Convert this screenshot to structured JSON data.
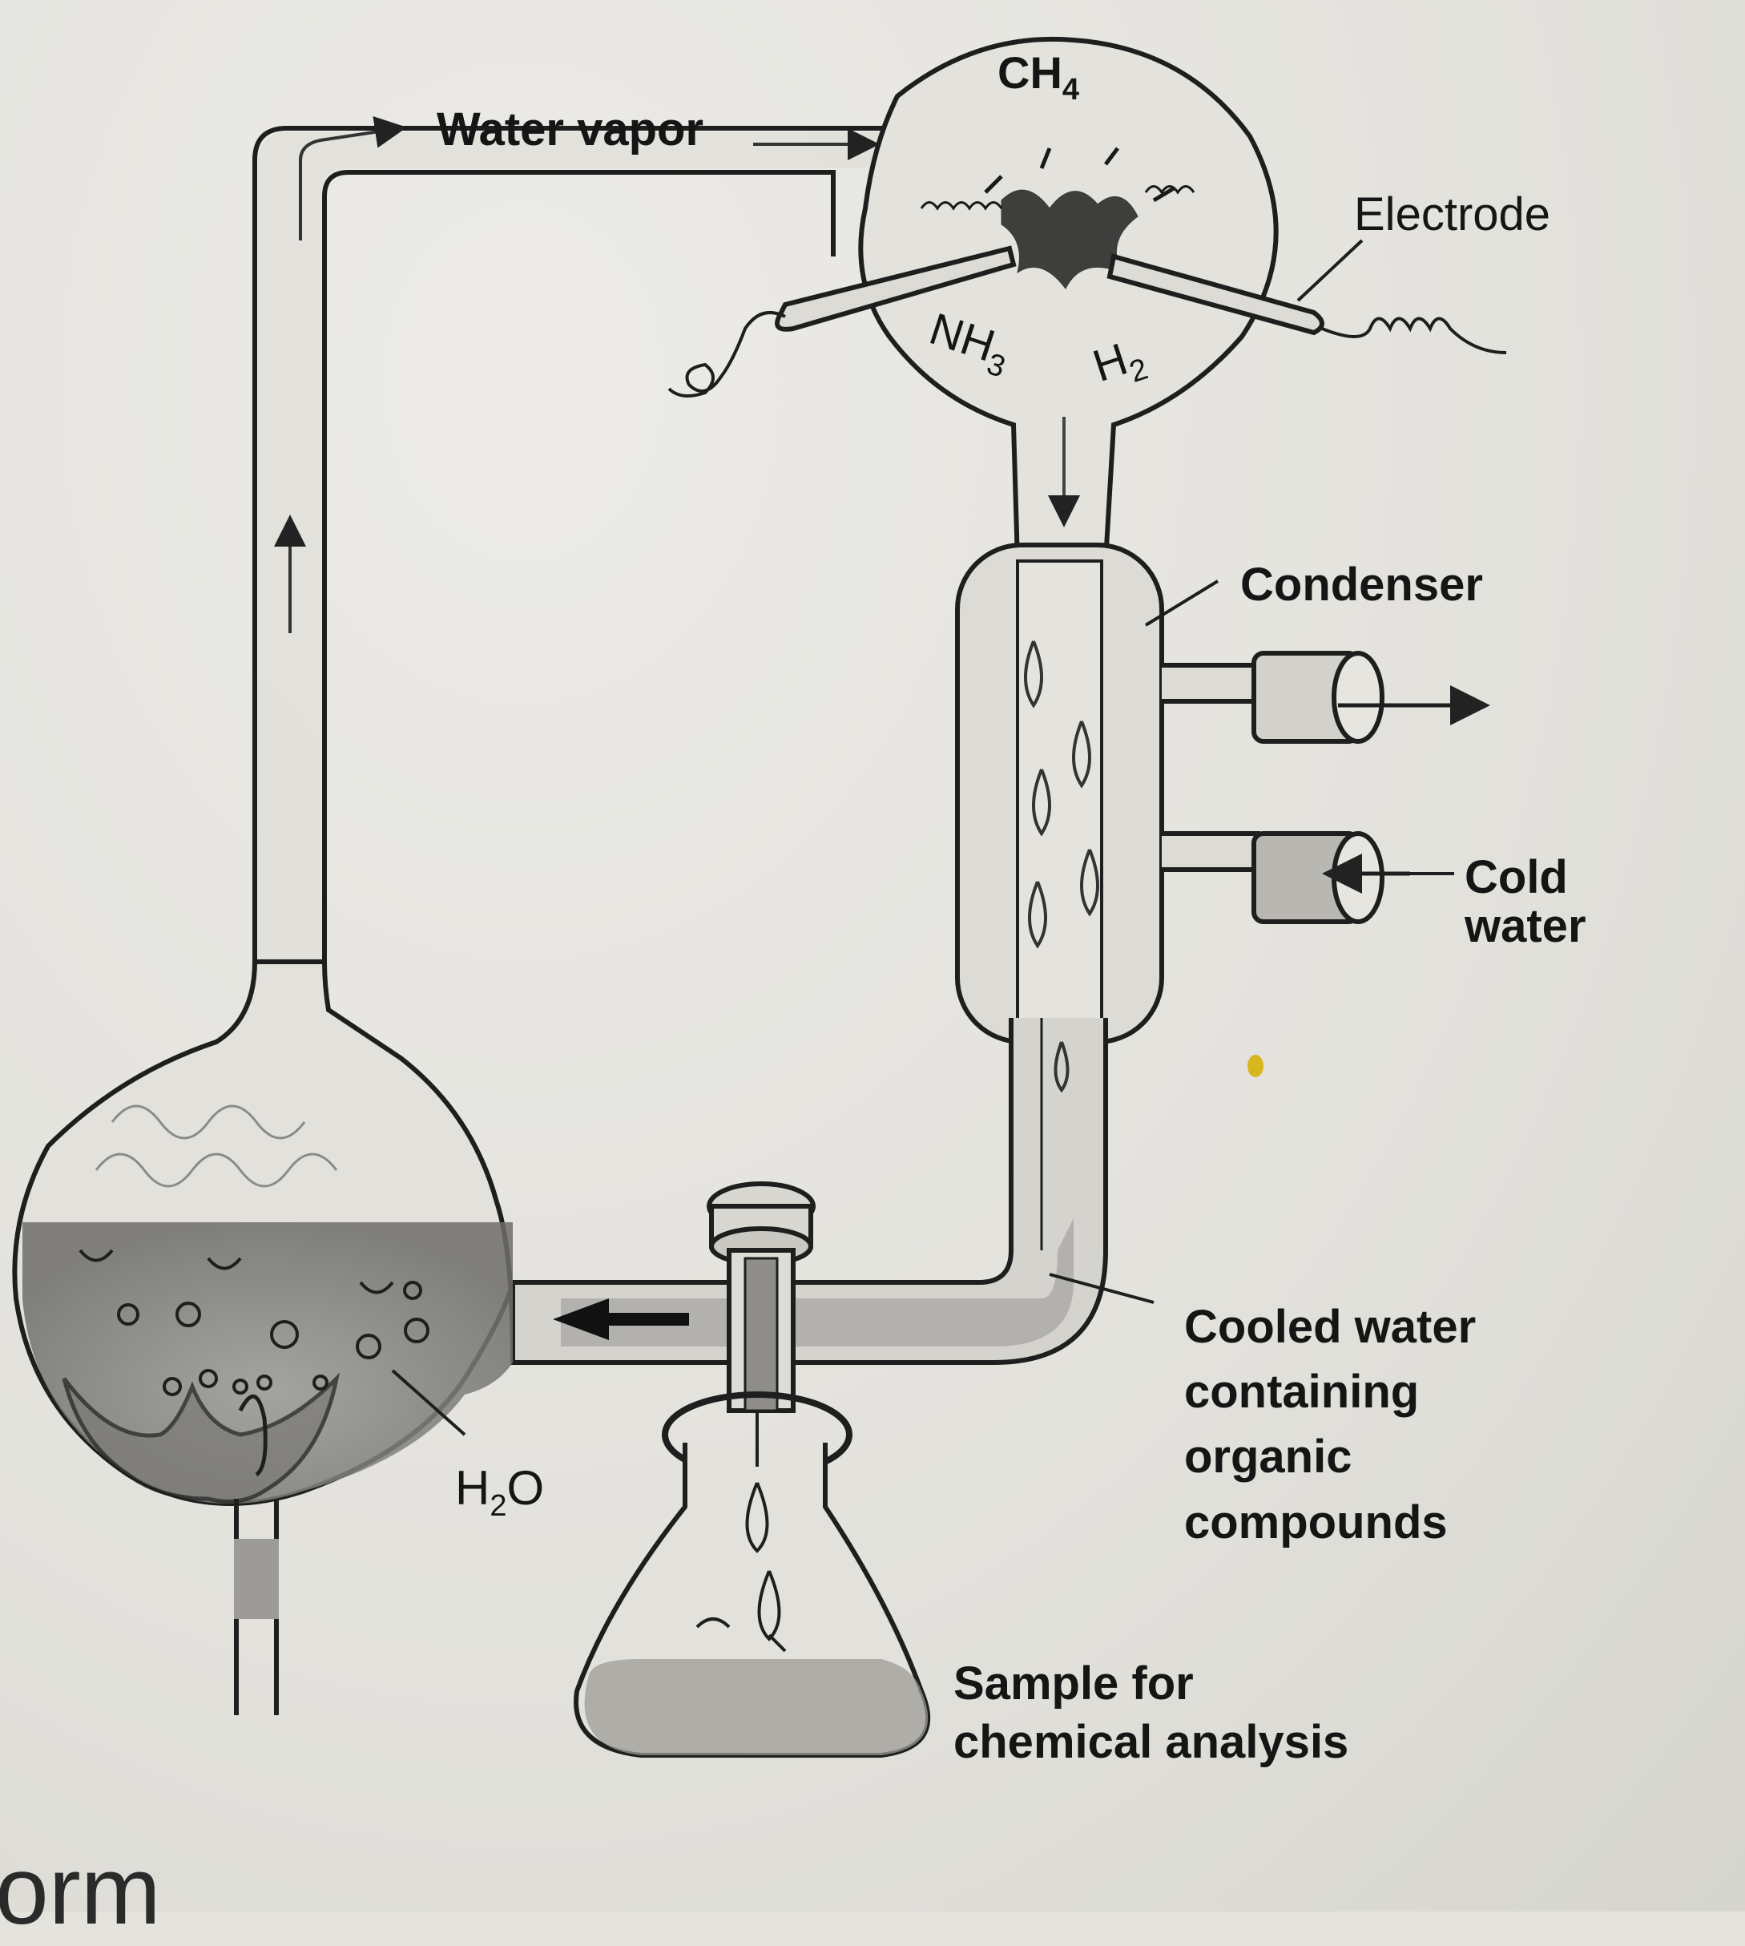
{
  "labels": {
    "water_vapor": "Water vapor",
    "ch4": "CH",
    "ch4_sub": "4",
    "electrode": "Electrode",
    "nh3": "NH",
    "nh3_sub": "3",
    "h2": "H",
    "h2_sub": "2",
    "condenser": "Condenser",
    "cold_water_line1": "Cold",
    "cold_water_line2": "water",
    "h2o_h": "H",
    "h2o_sub": "2",
    "h2o_o": "O",
    "cooled_line1": "Cooled water",
    "cooled_line2": "containing",
    "cooled_line3": "organic",
    "cooled_line4": "compounds",
    "sample_line1": "Sample for",
    "sample_line2": "chemical analysis",
    "page_fragment": "orm"
  },
  "colors": {
    "glass_outline": "#1e1e1e",
    "water_fill": "#8a8986",
    "background": "#e4e3de"
  }
}
